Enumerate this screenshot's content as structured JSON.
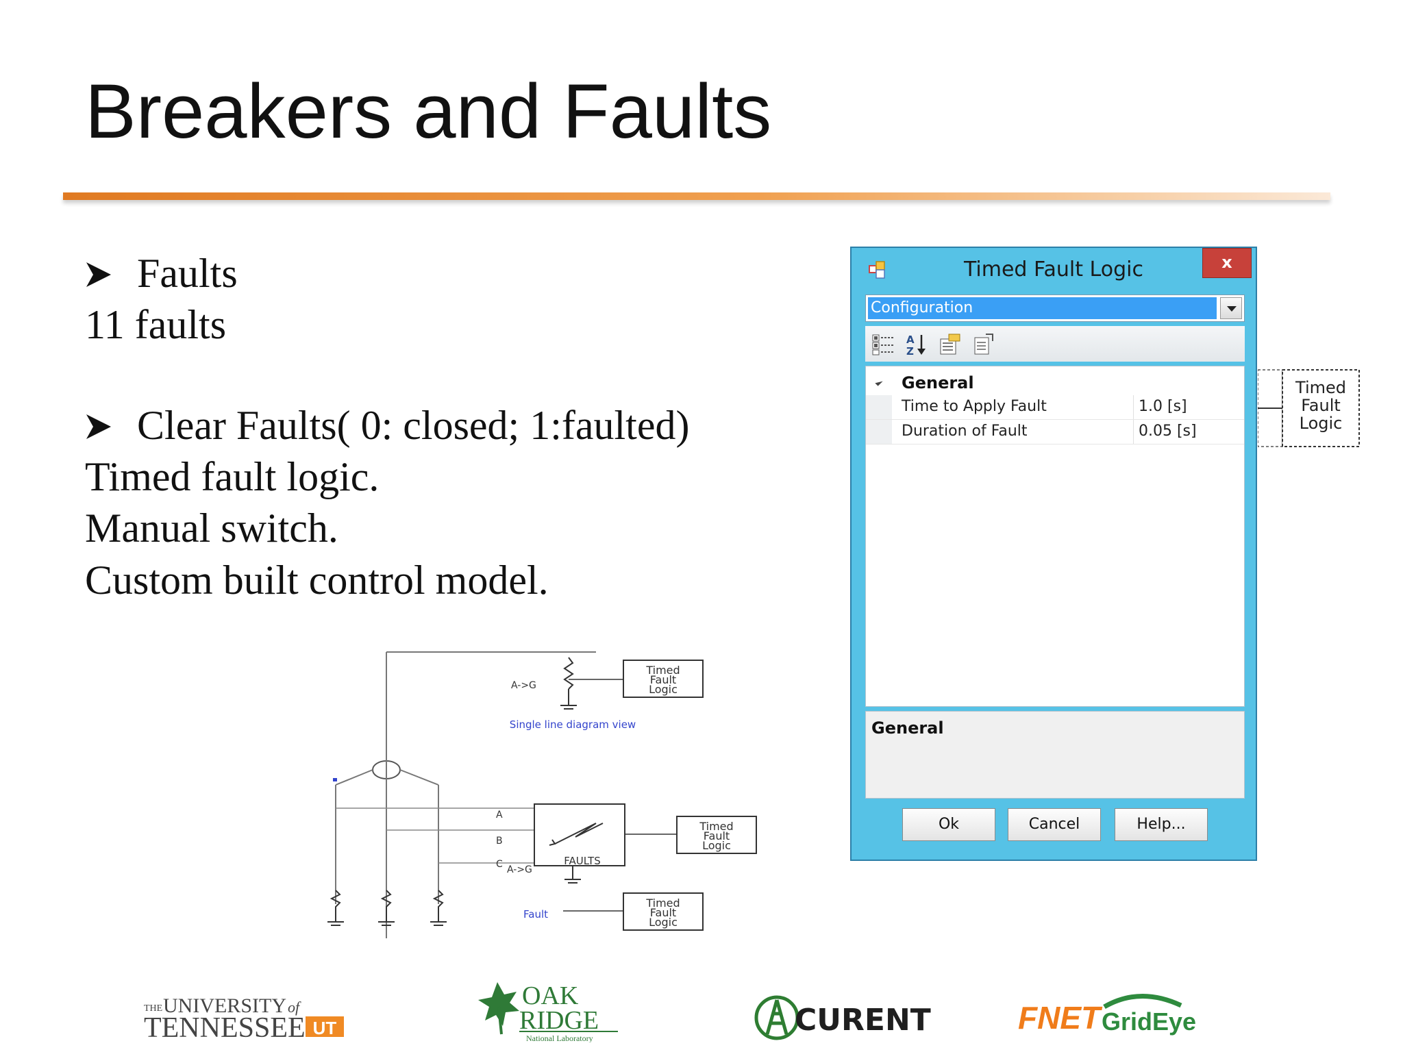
{
  "slide": {
    "title": "Breakers and Faults"
  },
  "content": {
    "bullet1": "Faults",
    "line1": "11 faults",
    "bullet2": "Clear Faults( 0: closed; 1:faulted)",
    "line2": "Timed fault logic.",
    "line3": "Manual switch.",
    "line4": "Custom built control model."
  },
  "dialog": {
    "title": "Timed Fault Logic",
    "close_label": "x",
    "combo_value": "Configuration",
    "category": "General",
    "properties": [
      {
        "name": "Time to Apply Fault",
        "value": "1.0 [s]"
      },
      {
        "name": "Duration of Fault",
        "value": "0.05 [s]"
      }
    ],
    "description_title": "General",
    "buttons": {
      "ok": "Ok",
      "cancel": "Cancel",
      "help": "Help..."
    }
  },
  "side_block": {
    "label_line1": "Timed",
    "label_line2": "Fault",
    "label_line3": "Logic"
  },
  "diagram": {
    "top_label": "A->G",
    "caption": "Single line diagram view",
    "block_label": "Timed Fault Logic",
    "faults_label": "FAULTS",
    "phase_a": "A",
    "phase_b": "B",
    "phase_c": "C",
    "mid_label": "A->G",
    "fault_label": "Fault",
    "block_line1": "Timed",
    "block_line2": "Fault",
    "block_line3": "Logic"
  },
  "logos": {
    "ut_the": "THE",
    "ut_university": "UNIVERSITY",
    "ut_of": "of",
    "ut_tennessee": "TENNESSEE",
    "ut_mark": "UT",
    "ornl_oak": "OAK",
    "ornl_ridge": "RIDGE",
    "ornl_sub": "National Laboratory",
    "curent": "CURENT",
    "fnet": "FNET",
    "gridEye": "GridEye"
  },
  "colors": {
    "accent_orange": "#e07a22",
    "dialog_frame": "#56c2e6",
    "selection_blue": "#3a9ff5",
    "close_red": "#c7413a",
    "curent_green": "#2e7d32",
    "fnet_orange": "#f07c1a",
    "gridEye_green": "#2e8b3e",
    "ornl_green": "#2f7a37",
    "ut_orange": "#f08a24"
  }
}
